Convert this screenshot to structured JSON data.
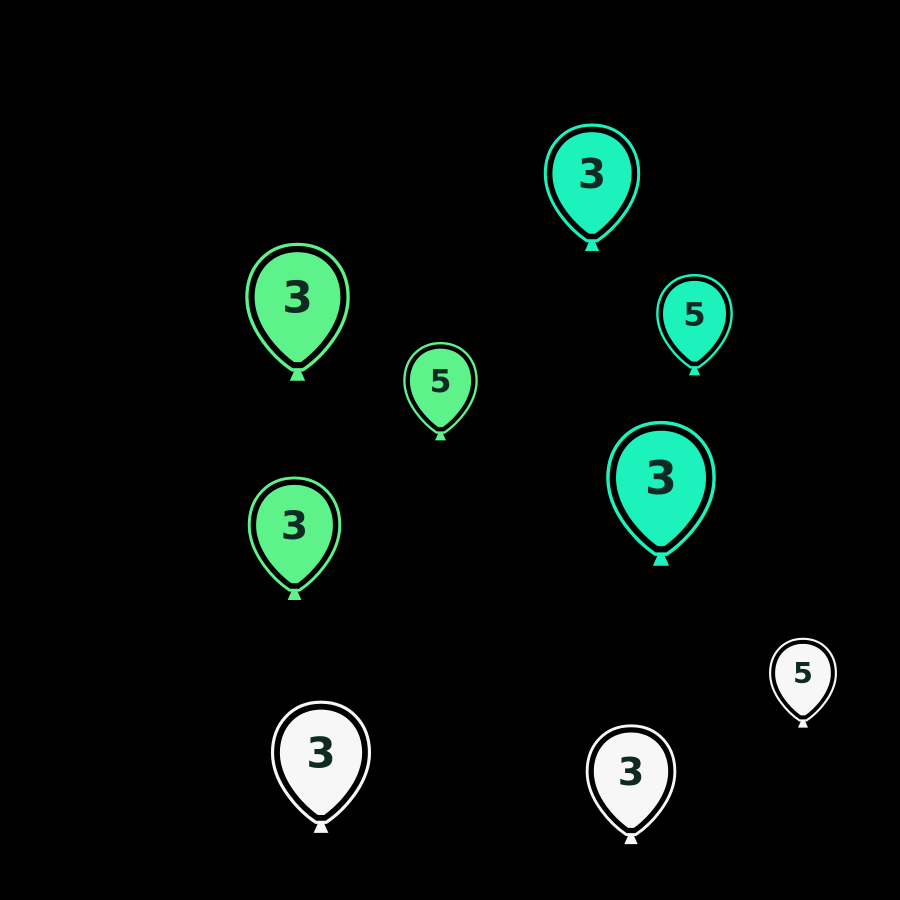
{
  "colors": {
    "background": "#000000",
    "green": "#5ef28a",
    "teal": "#1bf2bc",
    "white": "#f7f7f7",
    "number": "#0f2a22"
  },
  "balloons": [
    {
      "value": "3",
      "color": "teal"
    },
    {
      "value": "3",
      "color": "green"
    },
    {
      "value": "5",
      "color": "teal"
    },
    {
      "value": "5",
      "color": "green"
    },
    {
      "value": "3",
      "color": "teal"
    },
    {
      "value": "3",
      "color": "green"
    },
    {
      "value": "5",
      "color": "white"
    },
    {
      "value": "3",
      "color": "white"
    },
    {
      "value": "3",
      "color": "white"
    }
  ]
}
